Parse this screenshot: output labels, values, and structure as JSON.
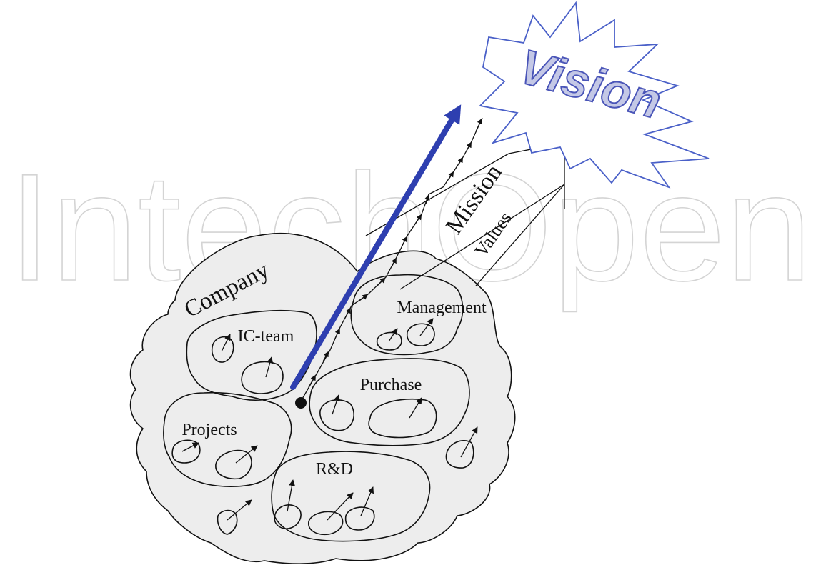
{
  "watermark": "IntechOpen",
  "vision": {
    "label": "Vision",
    "fill_color": "#c4c8e6",
    "stroke_color": "#4a55b8",
    "star_stroke_color": "#4a60c8"
  },
  "arrow": {
    "color": "#2e3fb0"
  },
  "paths": {
    "mission_label": "Mission",
    "values_label": "Values"
  },
  "company": {
    "label": "Company",
    "fill_color": "#ededed",
    "groups": [
      {
        "name": "IC-team"
      },
      {
        "name": "Management"
      },
      {
        "name": "Purchase"
      },
      {
        "name": "Projects"
      },
      {
        "name": "R&D"
      }
    ]
  }
}
